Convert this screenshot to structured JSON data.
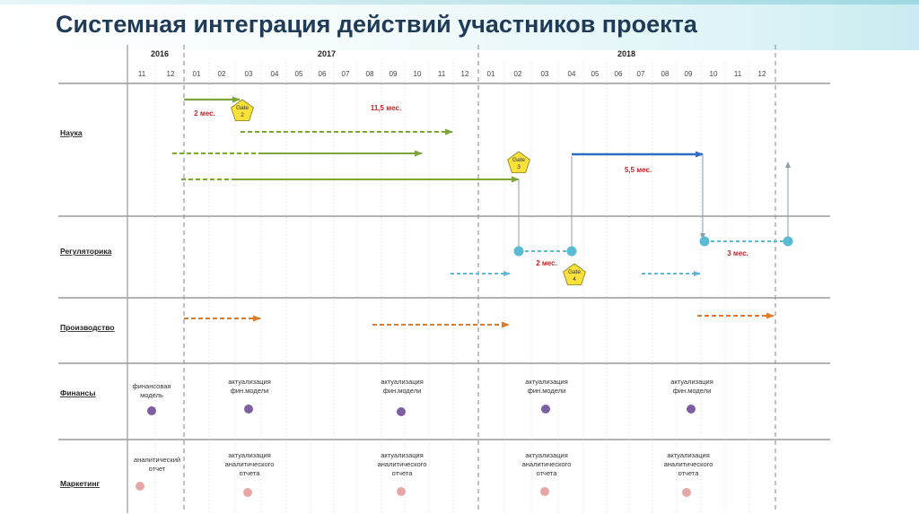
{
  "title": "Системная интеграция действий участников проекта",
  "years": [
    "2016",
    "2017",
    "2018"
  ],
  "months": [
    "11",
    "12",
    "01",
    "02",
    "03",
    "04",
    "05",
    "06",
    "07",
    "08",
    "09",
    "10",
    "11",
    "12",
    "01",
    "02",
    "03",
    "04",
    "05",
    "06",
    "07",
    "08",
    "09",
    "10",
    "11",
    "12"
  ],
  "rows": [
    "Наука",
    "Регуляторика",
    "Производство",
    "Финансы",
    "Маркетинг"
  ],
  "gates": [
    "Gate\n2",
    "Gate\n3",
    "Gate\n4"
  ],
  "durations": [
    "2 мес.",
    "11,5 мес.",
    "5,5 мес.",
    "2 мес.",
    "3 мес."
  ],
  "finance_labels": [
    "финансовая\nмодель",
    "актуализация\nфин.модели",
    "актуализация\nфин.модели",
    "актуализация\nфин.модели",
    "актуализация\nфин.модели"
  ],
  "marketing_labels": [
    "аналитический\nотчет",
    "актуализация\nаналитического\nотчета",
    "актуализация\nаналитического\nотчета",
    "актуализация\nаналитического\nотчета",
    "актуализация\nаналитического\nотчета"
  ],
  "colors": {
    "science": "#7aa63c",
    "regulatory": "#5bbbd4",
    "regulatory_line": "#8aa0a8",
    "blue": "#2f6dc4",
    "production": "#e07b25",
    "finance_dot": "#7e5fa2",
    "marketing_dot": "#e8a7a7",
    "gate_fill": "#f7e13a",
    "red_text": "#c9232a",
    "title": "#1f3b57"
  }
}
